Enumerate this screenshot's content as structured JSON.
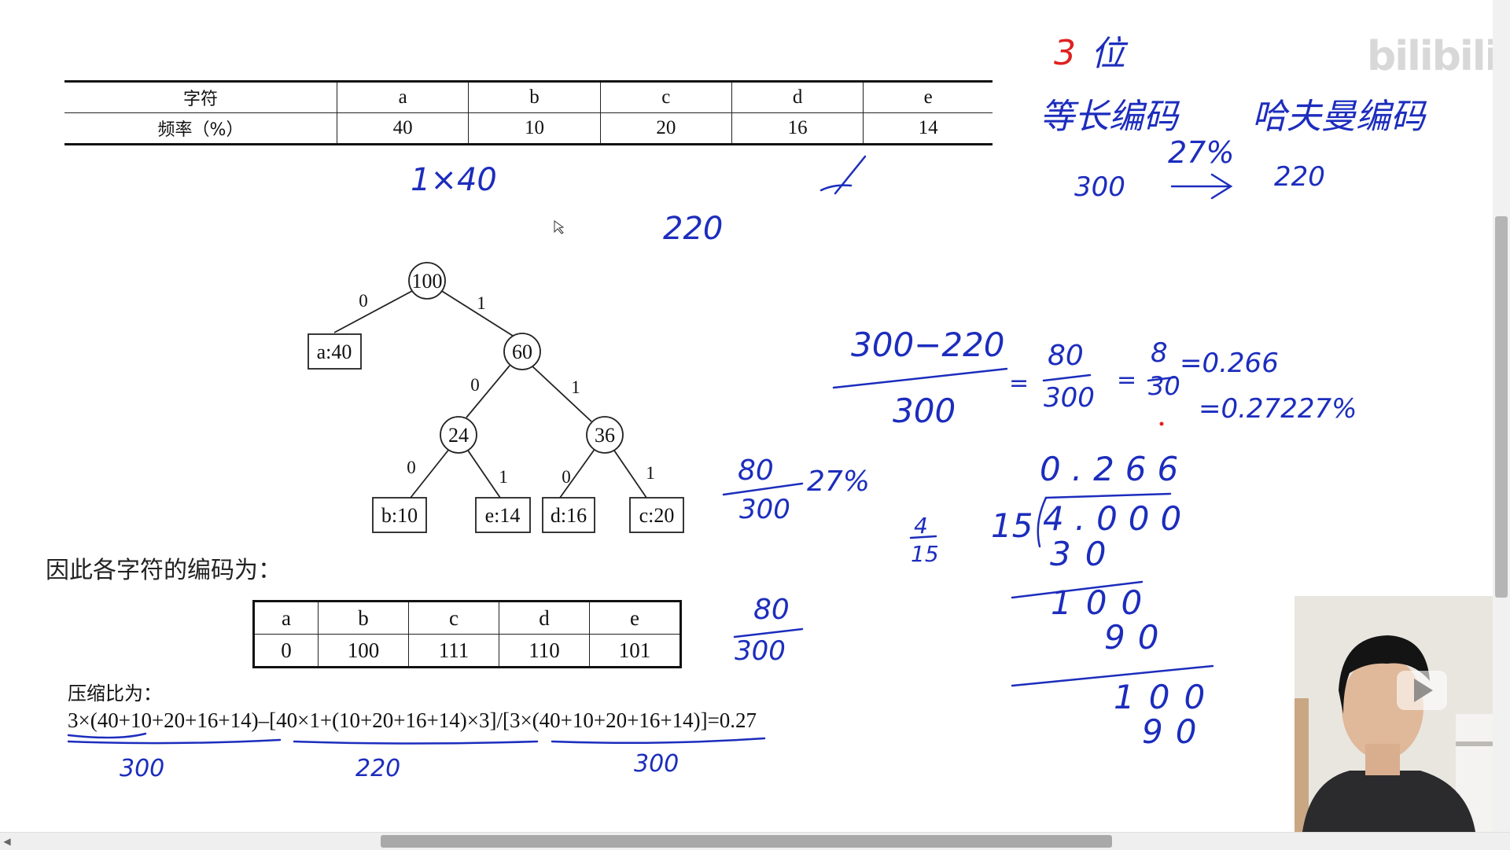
{
  "freq_table": {
    "header": [
      "字符",
      "a",
      "b",
      "c",
      "d",
      "e"
    ],
    "row": [
      "频率（%）",
      "40",
      "10",
      "20",
      "16",
      "14"
    ]
  },
  "tree": {
    "root": "100",
    "a": "a:40",
    "n60": "60",
    "n24": "24",
    "n36": "36",
    "b": "b:10",
    "e": "e:14",
    "d": "d:16",
    "c": "c:20",
    "edge0": "0",
    "edge1": "1"
  },
  "code_heading": "因此各字符的编码为：",
  "code_table": {
    "header": [
      "a",
      "b",
      "c",
      "d",
      "e"
    ],
    "row": [
      "0",
      "100",
      "111",
      "110",
      "101"
    ]
  },
  "ratio_label": "压缩比为：",
  "ratio_formula": {
    "part1": "3×(40+10+20+16+14)",
    "part2": "–[40×1+(10+20+16+14)×3]/",
    "part3": "[3×(40+10+20+16+14)]=0.27"
  },
  "handwriting": {
    "h_1x40": "1×40",
    "h_220a": "220",
    "h_3bit": "3",
    "h_bit": "位",
    "h_fixed": "等长编码",
    "h_huffman": "哈夫曼编码",
    "h_27pct_top": "27%",
    "h_300": "300",
    "h_220b": "220",
    "h_frac_num": "300−220",
    "h_frac_den": "300",
    "h_eq1": "=",
    "h_80_num": "80",
    "h_300_den": "300",
    "h_eq2": "=",
    "h_8": "8",
    "h_30": "30",
    "h_0266": "=0.266",
    "h_0272": "=0.27227%",
    "h_left80": "80",
    "h_left300": "300",
    "h_left27": "27%",
    "h_4": "4",
    "h_15": "15",
    "h_div_q": "0.266",
    "h_div_15": "15",
    "h_div_d": "4.000",
    "h_div_30": "30",
    "h_div_100a": "100",
    "h_div_90a": "90",
    "h_div_100b": "100",
    "h_div_90b": "90",
    "h_mid80": "80",
    "h_mid300": "300",
    "h_u300a": "300",
    "h_u220": "220",
    "h_u300b": "300"
  },
  "watermark": "bilibili",
  "colors": {
    "ink": "#1c2dbd",
    "red": "#e02020",
    "text": "#111111"
  }
}
